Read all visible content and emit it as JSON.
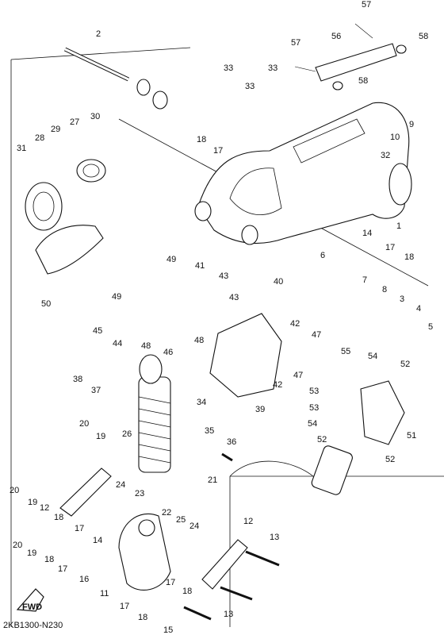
{
  "diagram": {
    "reference_code": "2KB1300-N230",
    "direction_badge": "FWD",
    "callouts": [
      "1",
      "2",
      "3",
      "4",
      "5",
      "6",
      "7",
      "8",
      "9",
      "10",
      "11",
      "12",
      "13",
      "14",
      "15",
      "16",
      "17",
      "18",
      "19",
      "20",
      "21",
      "22",
      "23",
      "24",
      "25",
      "26",
      "27",
      "28",
      "29",
      "30",
      "31",
      "32",
      "33",
      "34",
      "35",
      "36",
      "37",
      "38",
      "39",
      "40",
      "41",
      "42",
      "43",
      "44",
      "45",
      "46",
      "47",
      "48",
      "49",
      "50",
      "51",
      "52",
      "53",
      "54",
      "55",
      "56",
      "57",
      "58"
    ]
  }
}
